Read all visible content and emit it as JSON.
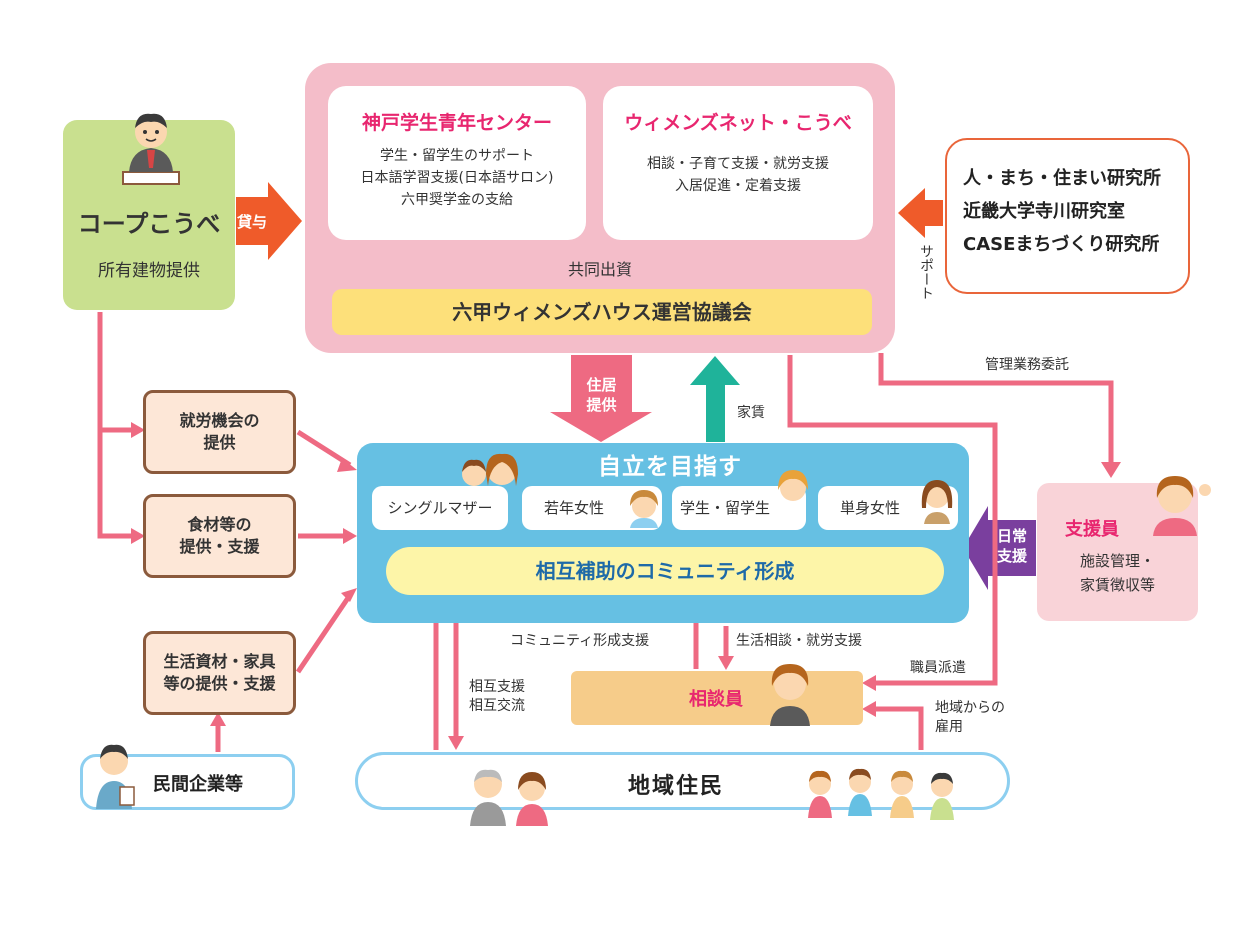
{
  "coop": {
    "name": "コープこうべ",
    "sub": "所有建物提供",
    "arrow_label": "貸与"
  },
  "kobe_center": {
    "title": "神戸学生青年センター",
    "lines": [
      "学生・留学生のサポート",
      "日本語学習支援(日本語サロン)",
      "六甲奨学金の支給"
    ]
  },
  "womens_net": {
    "title": "ウィメンズネット・こうべ",
    "lines": [
      "相談・子育て支援・就労支援",
      "入居促進・定着支援"
    ]
  },
  "joint_investment": "共同出資",
  "council": "六甲ウィメンズハウス運営協議会",
  "research": {
    "lines": [
      "人・まち・住まい研究所",
      "近畿大学寺川研究室",
      "CASEまちづくり研究所"
    ],
    "arrow_label": "サポート"
  },
  "housing_label": [
    "住居",
    "提供"
  ],
  "rent_label": "家賃",
  "management_label": "管理業務委託",
  "side_boxes": {
    "employ": [
      "就労機会の",
      "提供"
    ],
    "food": [
      "食材等の",
      "提供・支援"
    ],
    "goods": [
      "生活資材・家具",
      "等の提供・支援"
    ]
  },
  "main": {
    "title": "自立を目指す",
    "groups": [
      "シングルマザー",
      "若年女性",
      "学生・留学生",
      "単身女性"
    ],
    "mutual": "相互補助のコミュニティ形成"
  },
  "staff": {
    "title": "支援員",
    "lines": [
      "施設管理・",
      "家賃徴収等"
    ],
    "arrow_label": [
      "日常",
      "支援"
    ]
  },
  "counselor": {
    "title": "相談員",
    "left_label": "コミュニティ形成支援",
    "right_label": "生活相談・就労支援",
    "dispatch_label": "職員派遣",
    "hire_label": [
      "地域からの",
      "雇用"
    ]
  },
  "mutual_support": [
    "相互支援",
    "相互交流"
  ],
  "companies": "民間企業等",
  "residents": "地域住民",
  "colors": {
    "pink_arrow": "#ee6a82",
    "orange_arrow": "#ef5b2a",
    "teal_arrow": "#1fb39a",
    "purple_arrow": "#7a3f9e",
    "council_bg": "#f4bdc9",
    "main_bg": "#66c0e3"
  }
}
